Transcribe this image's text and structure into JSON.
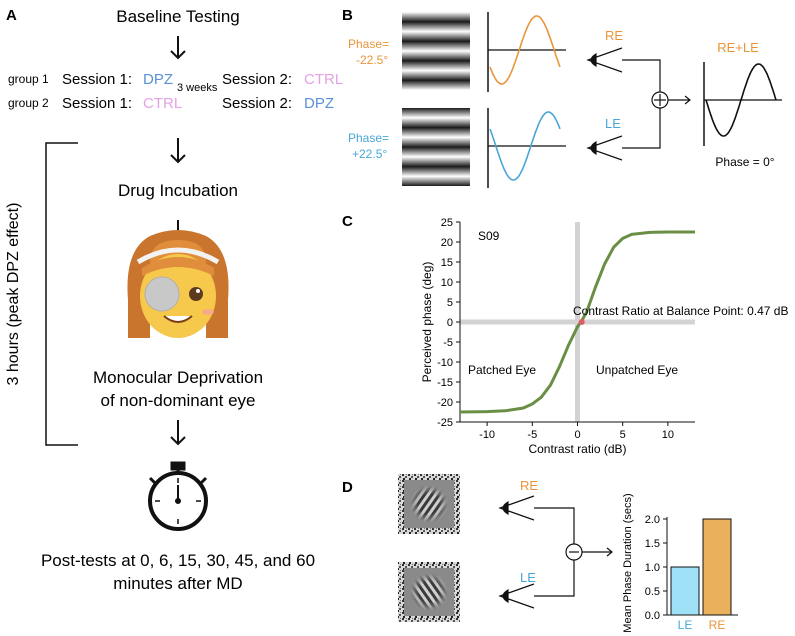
{
  "panel_a": {
    "letter": "A",
    "baseline": "Baseline Testing",
    "group1_label": "group 1",
    "group2_label": "group 2",
    "session1": "Session 1:",
    "session2": "Session 2:",
    "g1_s1_drug": "DPZ",
    "g1_s2_drug": "CTRL",
    "g2_s1_drug": "CTRL",
    "g2_s2_drug": "DPZ",
    "gap": "3 weeks",
    "bracket_label": "3 hours (peak DPZ effect)",
    "drug_incubation": "Drug Incubation",
    "md_line1": "Monocular Deprivation",
    "md_line2": "of non-dominant eye",
    "post_line1": "Post-tests at 0, 6, 15, 30, 45, and 60",
    "post_line2": "minutes after MD",
    "dpz_color": "#5a8fd9",
    "ctrl_color": "#e3a2e3"
  },
  "panel_b": {
    "letter": "B",
    "phase_re_line1": "Phase=",
    "phase_re_line2": "-22.5°",
    "phase_le_line1": "Phase=",
    "phase_le_line2": "+22.5°",
    "re_label": "RE",
    "le_label": "LE",
    "sum_label": "RE+LE",
    "sum_phase": "Phase = 0°",
    "re_color": "#e8953a",
    "le_color": "#4aa6d8"
  },
  "panel_c": {
    "letter": "C",
    "subject": "S09",
    "annotation": "Contrast Ratio at Balance Point: 0.47 dB",
    "patched": "Patched Eye",
    "unpatched": "Unpatched Eye",
    "chart_data": {
      "type": "line",
      "xlabel": "Contrast ratio (dB)",
      "ylabel": "Perceived phase (deg)",
      "xlim": [
        -13,
        13
      ],
      "ylim": [
        -25,
        25
      ],
      "xticks": [
        -10,
        -5,
        0,
        5,
        10
      ],
      "yticks": [
        -25,
        -20,
        -15,
        -10,
        -5,
        0,
        5,
        10,
        15,
        20,
        25
      ],
      "series": [
        {
          "x": [
            -13,
            -10,
            -8,
            -6,
            -5,
            -4,
            -3,
            -2,
            -1,
            0,
            0.47,
            1,
            2,
            3,
            4,
            5,
            6,
            8,
            10,
            13
          ],
          "values": [
            -22.5,
            -22.4,
            -22.2,
            -21.5,
            -20.5,
            -18.8,
            -15.8,
            -11.2,
            -5.8,
            -1.2,
            0.3,
            2.4,
            8.8,
            14.5,
            18.7,
            20.9,
            21.9,
            22.4,
            22.5,
            22.5
          ]
        }
      ],
      "balance_point": {
        "x": 0.47,
        "y": 0
      },
      "line_color": "#6b8e45",
      "point_color": "#e05b6a"
    }
  },
  "panel_d": {
    "letter": "D",
    "re_label": "RE",
    "le_label": "LE",
    "chart_data": {
      "type": "bar",
      "categories": [
        "LE",
        "RE"
      ],
      "values": [
        1.0,
        2.0
      ],
      "ylabel": "Mean Phase Duration (secs)",
      "ylim": [
        0,
        2.0
      ],
      "yticks": [
        "0.0",
        "0.5",
        "1.0",
        "1.5",
        "2.0"
      ],
      "colors": [
        "#9fe1f6",
        "#ebb05c"
      ],
      "label_colors": [
        "#4aa6d8",
        "#e8953a"
      ]
    }
  }
}
